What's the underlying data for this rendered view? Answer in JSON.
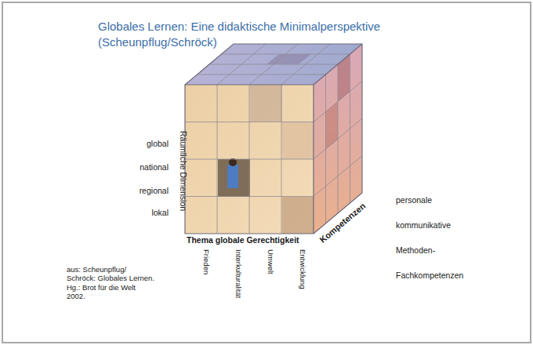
{
  "diagram": {
    "title": "Globales Lernen: Eine didaktische Minimalperspektive (Scheunpflug/Schröck)",
    "labels": [
      "global",
      "national",
      "regional",
      "lokal",
      "Räumliche Dimension",
      "Thema globale Gerechtigkeit",
      "Frieden",
      "Interkulturalität",
      "Umwelt",
      "Entwicklung",
      "Kompetenzen",
      "personale",
      "kommunikative",
      "Methoden-",
      "Fachkompetenzen",
      "aus: Scheunpflug/ Schröck: Globales Lernen. Hg.: Brot für die Welt 2002."
    ]
  }
}
